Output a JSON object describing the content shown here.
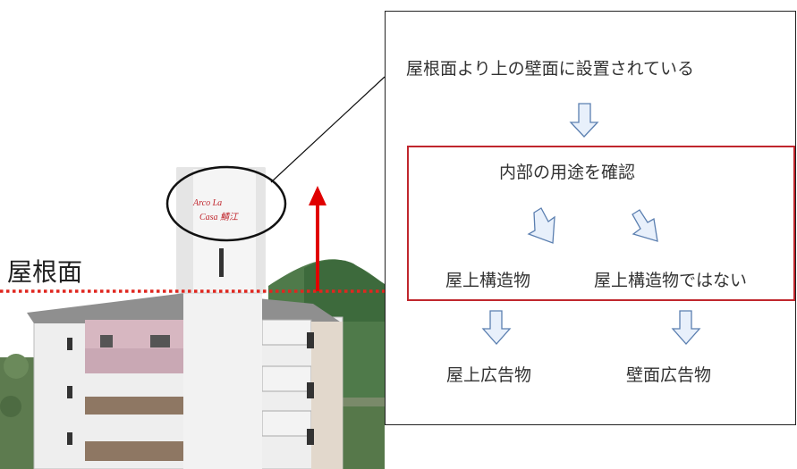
{
  "roof_label": "屋根面",
  "sign_text": {
    "line1": "Arco La",
    "line2": "Casa 鯖江"
  },
  "flow": {
    "question": "屋根面より上の壁面に設置されている",
    "check": "内部の用途を確認",
    "left_branch": "屋上構造物",
    "right_branch": "屋上構造物ではない",
    "left_result": "屋上広告物",
    "right_result": "壁面広告物"
  },
  "colors": {
    "red": "#e00000",
    "dotted_line": "#e0261f",
    "box_border": "#c0262d",
    "arrow_stroke": "#5b7fb0",
    "arrow_fill": "#e8f0fb"
  }
}
